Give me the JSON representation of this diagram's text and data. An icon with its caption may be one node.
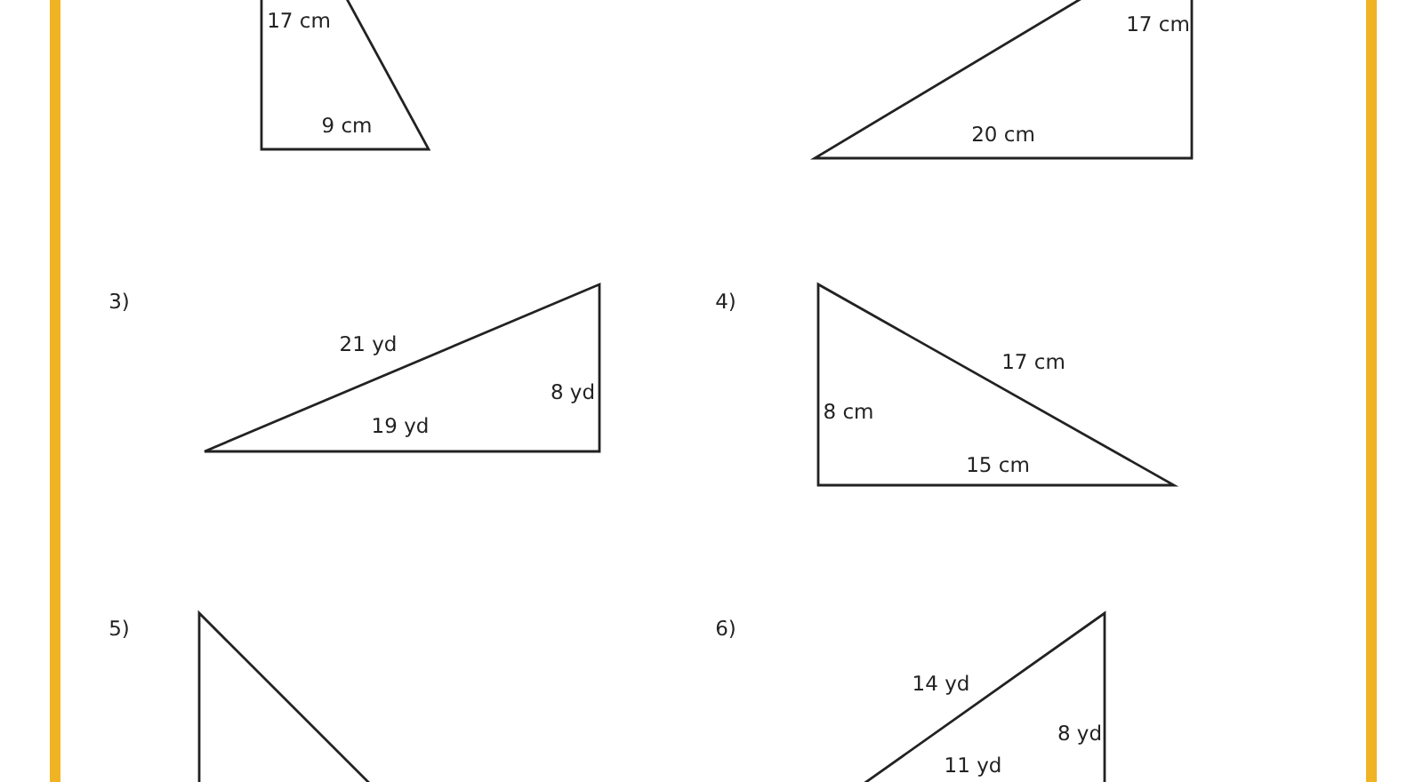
{
  "diagram": {
    "labels": [
      "17 cm",
      "9 cm",
      "17 cm",
      "20 cm",
      "3)",
      "21 yd",
      "8 yd",
      "19 yd",
      "4)",
      "17 cm",
      "8 cm",
      "15 cm",
      "5)",
      "6)",
      "14 yd",
      "8 yd",
      "11 yd"
    ]
  }
}
